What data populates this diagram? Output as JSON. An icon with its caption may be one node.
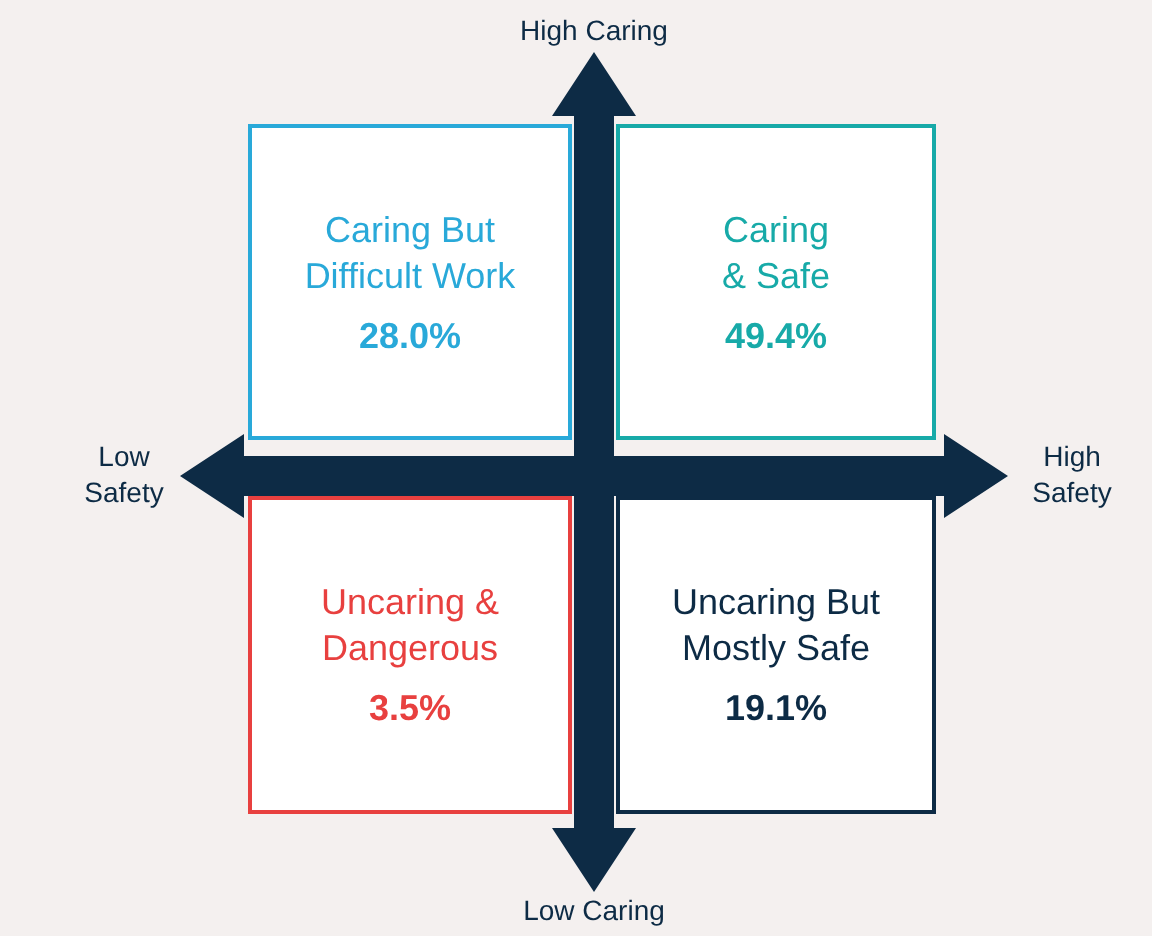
{
  "diagram": {
    "nodes": [
      {
        "text": [
          "Caring But Difficult Work",
          "28.0%"
        ]
      },
      {
        "text": [
          "Caring & Safe",
          "49.4%"
        ]
      },
      {
        "text": [
          "Uncaring & Dangerous",
          "3.5%"
        ]
      },
      {
        "text": [
          "Uncaring But Mostly Safe",
          "19.1%"
        ]
      },
      {
        "text": [
          "High Caring"
        ]
      },
      {
        "text": [
          "Low Safety"
        ]
      },
      {
        "text": [
          "High Safety"
        ]
      },
      {
        "text": [
          "Low Caring"
        ]
      }
    ],
    "edges": [
      {
        "from": 7,
        "to": 4,
        "arrow": "both"
      },
      {
        "from": 5,
        "to": 6,
        "arrow": "both"
      }
    ]
  }
}
